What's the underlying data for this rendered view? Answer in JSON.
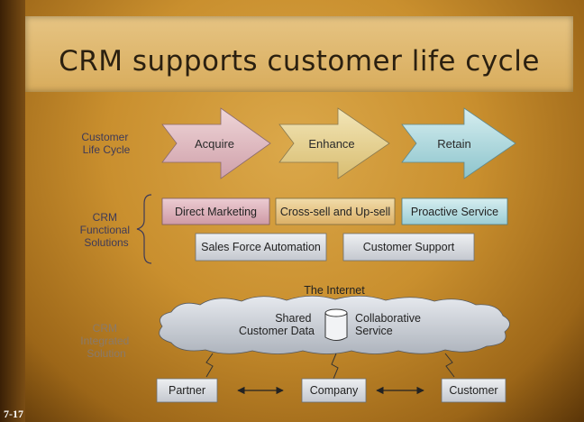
{
  "title": "CRM supports customer life cycle",
  "slide_number": "7-17",
  "row_labels": {
    "lifecycle": [
      "Customer",
      "Life Cycle"
    ],
    "functional": [
      "CRM",
      "Functional",
      "Solutions"
    ],
    "integrated": [
      "CRM",
      "Integrated",
      "Solution"
    ]
  },
  "lifecycle_stages": [
    "Acquire",
    "Enhance",
    "Retain"
  ],
  "functional_row1": [
    "Direct Marketing",
    "Cross-sell and Up-sell",
    "Proactive Service"
  ],
  "functional_row2": [
    "Sales Force Automation",
    "Customer Support"
  ],
  "internet_label": "The Internet",
  "cloud_left": [
    "Shared",
    "Customer Data"
  ],
  "cloud_right": [
    "Collaborative",
    "Service"
  ],
  "bottom_boxes": [
    "Partner",
    "Company",
    "Customer"
  ],
  "colors": {
    "acquire": "#d9b3b8",
    "enhance": "#e3d196",
    "retain": "#a9d3d8",
    "row1_box1": "#dcb0b8",
    "row1_box2": "#e6c78c",
    "row1_box3": "#b8dde2",
    "row2_box": "#d0d4da"
  }
}
